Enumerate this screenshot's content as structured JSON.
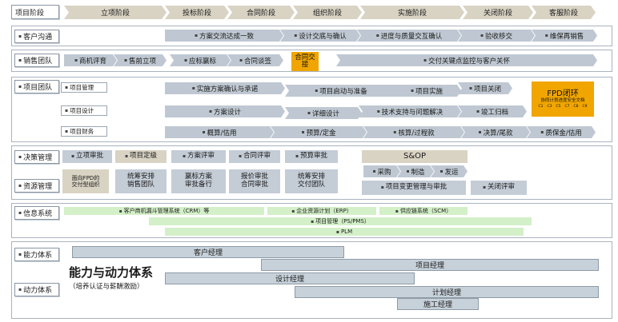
{
  "stages": {
    "label": "项目阶段",
    "items": [
      "立项阶段",
      "投标阶段",
      "合同阶段",
      "组织阶段",
      "实施阶段",
      "关闭阶段",
      "客服阶段"
    ]
  },
  "customer": {
    "label": "客户沟通",
    "items": [
      "方案交流达成一致",
      "设计交底与确认",
      "进度与质量交互确认",
      "验收移交",
      "维保再销售"
    ]
  },
  "sales": {
    "label": "销售团队",
    "items": [
      "商机评育",
      "售前立项",
      "应标赢标",
      "合同谈签",
      "合同交接",
      "交付关键点监控与客户关怀"
    ]
  },
  "project_team": {
    "label": "项目团队",
    "sub_labels": [
      "项目管理",
      "项目设计",
      "项目财务"
    ],
    "mgmt_items": [
      "实施方案确认与承诺",
      "项目启动与准备",
      "项目实施",
      "项目关闭"
    ],
    "design_items": [
      "方案设计",
      "详细设计",
      "技术支持与问题解决",
      "竣工归档"
    ],
    "finance_items": [
      "概算/估用",
      "预算/定金",
      "核算/过程款",
      "决算/尾款",
      "质保金/估用"
    ],
    "fpd_title": "FPD闭环",
    "fpd_subtitle": "协同计划进度安全文档",
    "fpd_codes": [
      "C1",
      "C3",
      "C5",
      "C7",
      "C8",
      "C9"
    ]
  },
  "decision": {
    "label": "决策管理",
    "items": [
      "立项审批",
      "项目定级",
      "方案评审",
      "合同评审",
      "预算审批"
    ],
    "sop": "S&OP"
  },
  "resource": {
    "label": "资源管理",
    "items": [
      "面向FPD的\n交付型组织",
      "统筹安排\n销售团队",
      "赢标方案\n审批备行",
      "报价审批\n合同审批",
      "统筹安排\n交付团队"
    ],
    "supply": [
      "采购",
      "制造",
      "发运"
    ],
    "change": "项目变更管理与审批",
    "close_review": "关闭评审"
  },
  "info": {
    "label": "信息系统",
    "crm": "客户商机漏斗管理系统（CRM）等",
    "erp": "企业资源计划（ERP）",
    "scm": "供应链系统（SCM）",
    "pms": "项目管理（PS/PMS）",
    "plm": "PLM"
  },
  "capability": {
    "labels": [
      "能力体系",
      "动力体系"
    ],
    "title": "能力与动力体系",
    "subtitle": "（培养认证与薪酬激励）",
    "roles": [
      "客户经理",
      "项目经理",
      "设计经理",
      "计划经理",
      "施工经理"
    ]
  }
}
